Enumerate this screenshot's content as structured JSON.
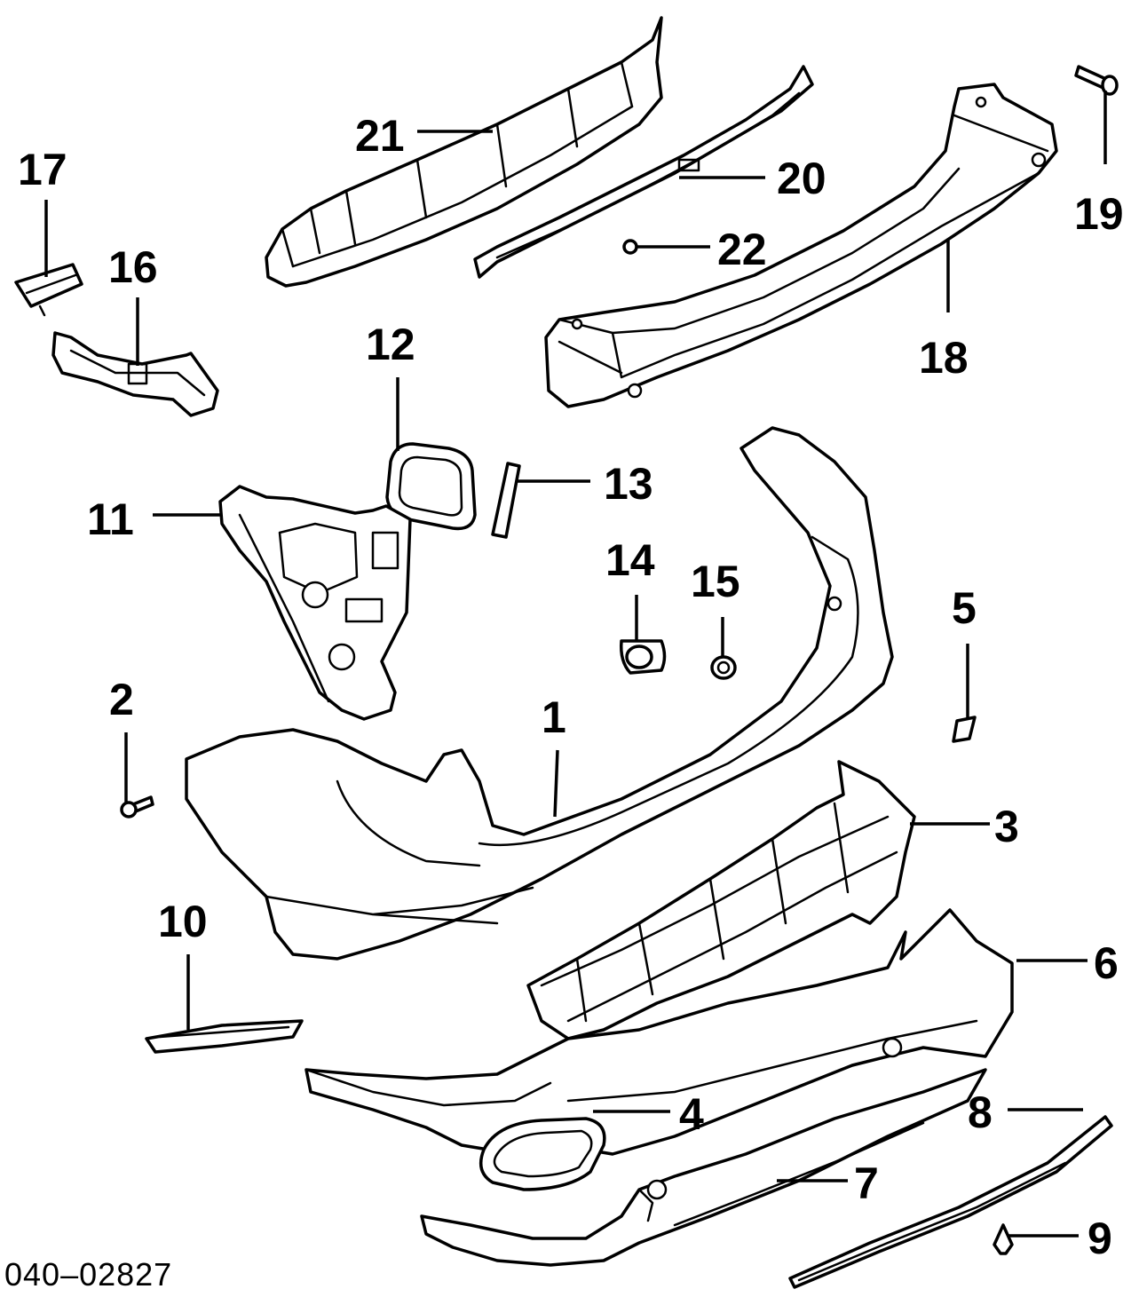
{
  "diagram": {
    "reference_number": "040–02827",
    "callouts": {
      "c1": "1",
      "c2": "2",
      "c3": "3",
      "c4": "4",
      "c5": "5",
      "c6": "6",
      "c7": "7",
      "c8": "8",
      "c9": "9",
      "c10": "10",
      "c11": "11",
      "c12": "12",
      "c13": "13",
      "c14": "14",
      "c15": "15",
      "c16": "16",
      "c17": "17",
      "c18": "18",
      "c19": "19",
      "c20": "20",
      "c21": "21",
      "c22": "22"
    },
    "colors": {
      "line": "#000000",
      "background": "#ffffff"
    }
  }
}
